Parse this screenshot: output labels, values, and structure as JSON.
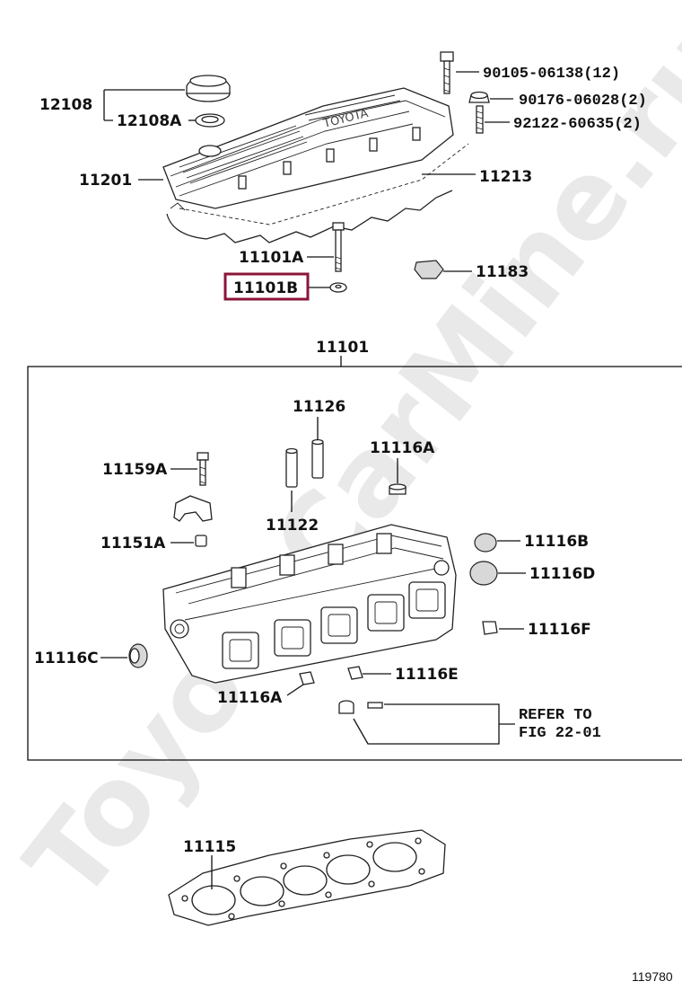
{
  "watermark": "ToyotaCarMine.ru",
  "figure_number": "119780",
  "highlight_color": "#8b1538",
  "callouts": {
    "p12108": "12108",
    "p12108A": "12108A",
    "p11201": "11201",
    "p90105": "90105-06138(12)",
    "p90176": "90176-06028(2)",
    "p92122": "92122-60635(2)",
    "p11213": "11213",
    "p11101A": "11101A",
    "p11101B": "11101B",
    "p11183": "11183",
    "p11101": "11101",
    "p11126": "11126",
    "p11116A_top": "11116A",
    "p11159A": "11159A",
    "p11122": "11122",
    "p11151A": "11151A",
    "p11116B": "11116B",
    "p11116D": "11116D",
    "p11116F": "11116F",
    "p11116C": "11116C",
    "p11116E": "11116E",
    "p11116A_bottom": "11116A",
    "refer_line1": "REFER TO",
    "refer_line2": "FIG 22-01",
    "p11115": "11115"
  }
}
